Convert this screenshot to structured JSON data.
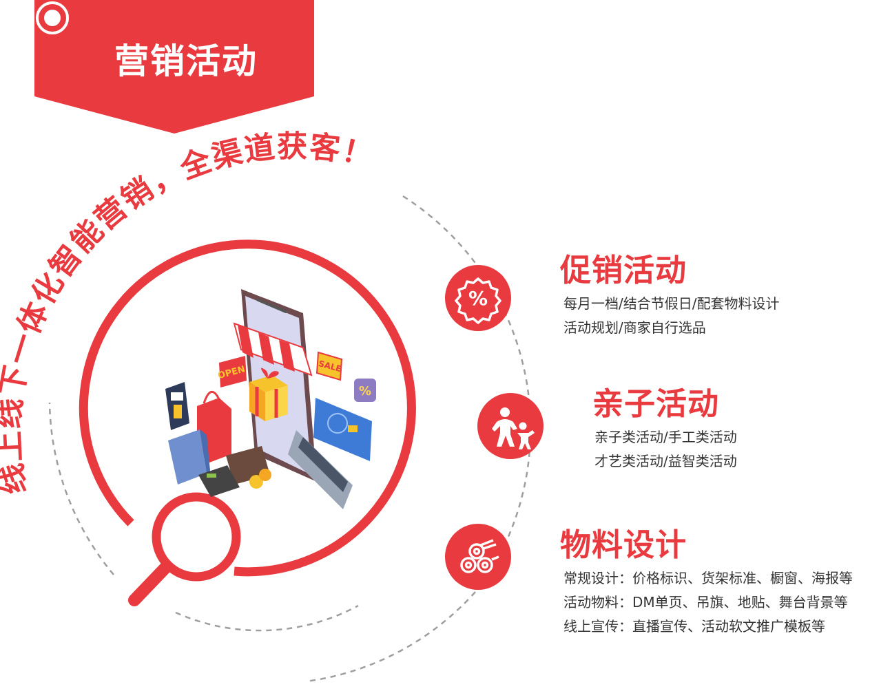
{
  "banner": {
    "title": "营销活动"
  },
  "slogan": {
    "text": "线上线下一体化智能营销，全渠道获客！"
  },
  "illustration": {
    "signs": {
      "open": "OPEN",
      "sale": "SALE",
      "percent": "%"
    }
  },
  "features": [
    {
      "title": "促销活动",
      "icon": "percent-badge-icon",
      "lines": [
        "每月一档/结合节假日/配套物料设计",
        "活动规划/商家自行选品"
      ]
    },
    {
      "title": "亲子活动",
      "icon": "parent-child-icon",
      "lines": [
        "亲子类活动/手工类活动",
        "才艺类活动/益智类活动"
      ]
    },
    {
      "title": "物料设计",
      "icon": "material-rolls-icon",
      "lines": [
        "常规设计：价格标识、货架标准、橱窗、海报等",
        "活动物料：DM单页、吊旗、地贴、舞台背景等",
        "线上宣传：直播宣传、活动软文推广模板等"
      ]
    }
  ],
  "colors": {
    "accent": "#e83a3f",
    "text": "#333333",
    "dashed": "#9e9e9e"
  }
}
